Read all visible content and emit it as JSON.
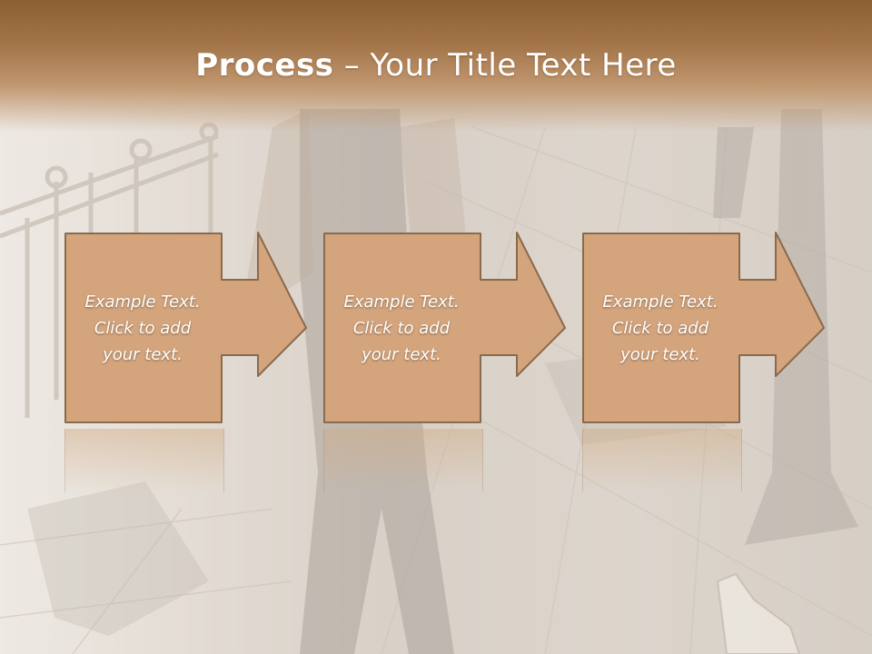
{
  "title": {
    "bold": "Process",
    "rest": " – Your Title Text Here"
  },
  "steps": [
    {
      "text": "Example Text.\nClick  to add\nyour text."
    },
    {
      "text": "Example Text.\nClick  to add\nyour text."
    },
    {
      "text": "Example Text.\nClick  to add\nyour text."
    }
  ],
  "colors": {
    "title_band": "#a4764a",
    "box_fill": "#d4a57d",
    "box_border": "#8a6a4c",
    "text": "#ffffff"
  }
}
